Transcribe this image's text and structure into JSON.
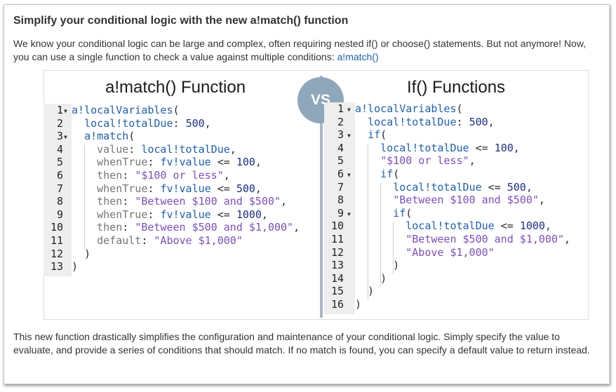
{
  "heading": "Simplify your conditional logic with the new a!match() function",
  "intro": {
    "text": "We know your conditional logic can be large and complex, often requiring nested if() or choose() statements. But not anymore! Now, you can use a single function to check a value against multiple conditions: ",
    "link": "a!match()"
  },
  "left_title": "a!match() Function",
  "right_title": "If() Functions",
  "vs_label": "VS",
  "left_code": [
    "a!localVariables(",
    "  local!totalDue: 500,",
    "  a!match(",
    "    value: local!totalDue,",
    "    whenTrue: fv!value <= 100,",
    "    then: \"$100 or less\",",
    "    whenTrue: fv!value <= 500,",
    "    then: \"Between $100 and $500\",",
    "    whenTrue: fv!value <= 1000,",
    "    then: \"Between $500 and $1,000\",",
    "    default: \"Above $1,000\"",
    "  )",
    ")"
  ],
  "right_code": [
    "a!localVariables(",
    "  local!totalDue: 500,",
    "  if(",
    "    local!totalDue <= 100,",
    "    \"$100 or less\",",
    "    if(",
    "      local!totalDue <= 500,",
    "      \"Between $100 and $500\",",
    "      if(",
    "        local!totalDue <= 1000,",
    "        \"Between $500 and $1,000\",",
    "        \"Above $1,000\"",
    "      )",
    "    )",
    "  )",
    ")"
  ],
  "footer": "This new function drastically simplifies the configuration and maintenance of your conditional logic. Simply specify the value to evaluate, and provide a series of conditions that should match. If no match is found, you can specify a default value to return instead."
}
